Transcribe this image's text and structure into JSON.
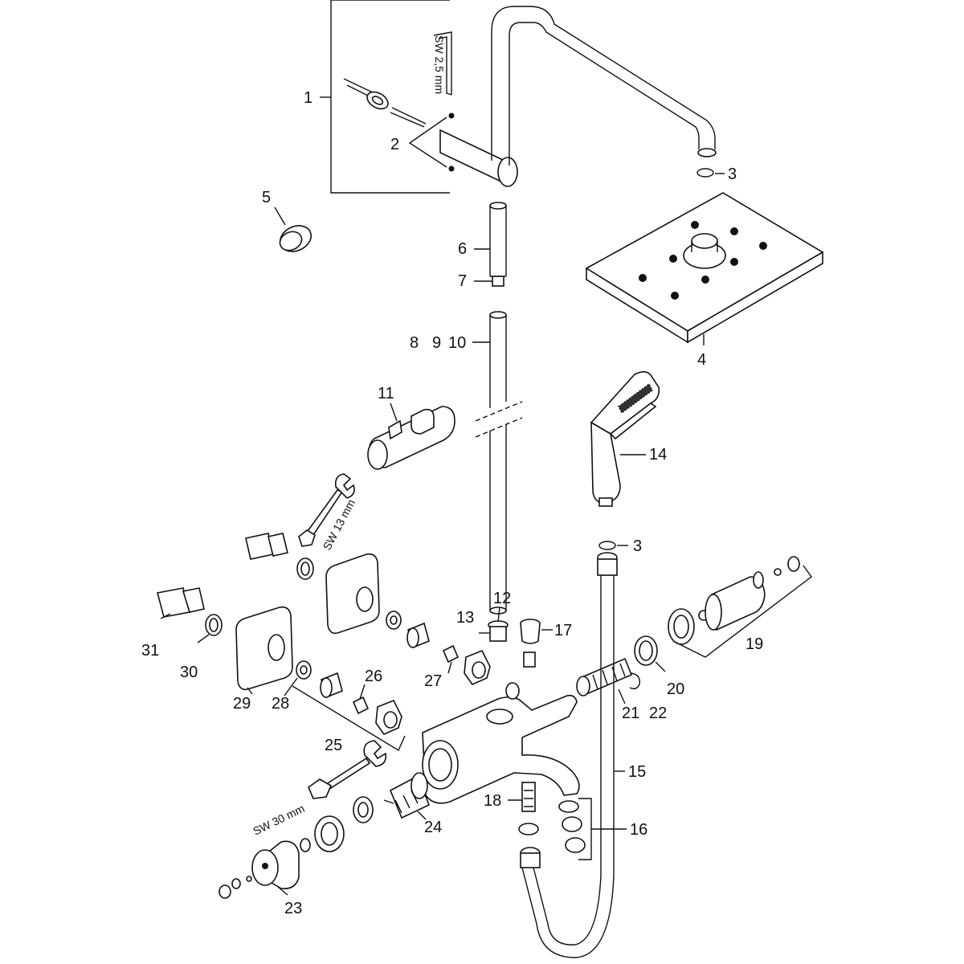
{
  "labels": {
    "p1": "1",
    "p2": "2",
    "p3a": "3",
    "p3b": "3",
    "p4": "4",
    "p5": "5",
    "p6": "6",
    "p7": "7",
    "p8": "8",
    "p9": "9",
    "p10": "10",
    "p11": "11",
    "p12": "12",
    "p13": "13",
    "p14": "14",
    "p15": "15",
    "p16": "16",
    "p17": "17",
    "p18": "18",
    "p19": "19",
    "p20": "20",
    "p21": "21",
    "p22": "22",
    "p23": "23",
    "p24": "24",
    "p25": "25",
    "p26": "26",
    "p27": "27",
    "p28": "28",
    "p29": "29",
    "p30": "30",
    "p31": "31"
  },
  "tools": {
    "hex_key": "SW 2,5 mm",
    "wrench_13": "SW 13 mm",
    "wrench_30": "SW 30 mm"
  }
}
